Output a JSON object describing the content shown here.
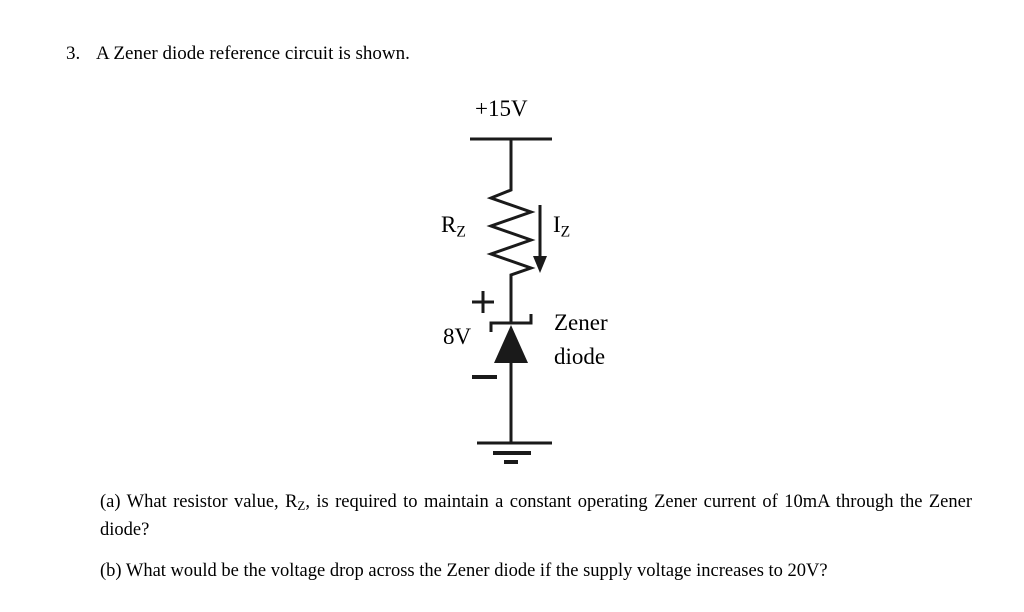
{
  "document": {
    "question_number": "3.",
    "question_text": "A Zener diode reference circuit is shown."
  },
  "circuit": {
    "supply_label": "+15V",
    "resistor_label": "R",
    "resistor_label_sub": "Z",
    "current_label": "I",
    "current_label_sub": "Z",
    "zener_voltage_label": "8V",
    "polarity_plus": "+",
    "polarity_minus": "−",
    "zener_name_line1": "Zener",
    "zener_name_line2": "diode",
    "ground_symbol_label": "−",
    "ink_color": "#1a1a1a"
  },
  "subquestions": {
    "a": {
      "marker": "(a)",
      "text_before_symbol": " What resistor value, R",
      "symbol_sub": "Z",
      "text_after_symbol": ", is required to maintain a constant operating Zener current of 10mA through the Zener diode?"
    },
    "b": {
      "marker": "(b)",
      "text": " What would be the voltage drop across the Zener diode if the supply voltage increases to 20V?"
    }
  }
}
